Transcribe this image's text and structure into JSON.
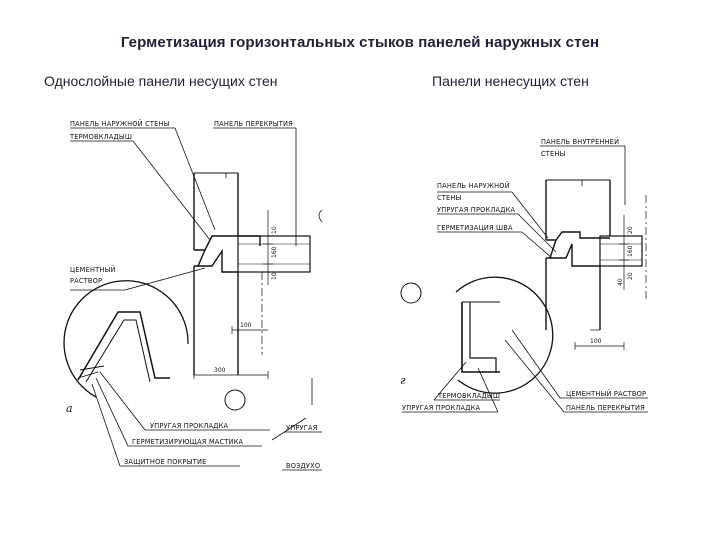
{
  "title": "Герметизация горизонтальных стыков панелей наружных стен",
  "subtitles": {
    "left": "Однослойные панели несущих стен",
    "right": "Панели ненесущих стен"
  },
  "left_figure": {
    "labels": {
      "outer_panel": "ПАНЕЛЬ НАРУЖНОЙ СТЕНЫ",
      "floor_panel": "ПАНЕЛЬ ПЕРЕКРЫТИЯ",
      "thermal_insert": "ТЕРМОВКЛАДЫШ",
      "cement_mortar_1": "ЦЕМЕНТНЫЙ",
      "cement_mortar_2": "РАСТВОР",
      "elastic_gasket": "УПРУГАЯ ПРОКЛАДКА",
      "sealing_mastic": "ГЕРМЕТИЗИРУЮЩАЯ МАСТИКА",
      "protective_coating": "ЗАЩИТНОЕ ПОКРЫТИЕ",
      "cut_1": "УПРУГАЯ",
      "cut_2": "ВОЗДУХО"
    },
    "dims": [
      "10",
      "160",
      "10",
      "100",
      "300"
    ],
    "letter": "а"
  },
  "right_figure": {
    "labels": {
      "inner_panel_1": "ПАНЕЛЬ ВНУТРЕННЕЙ",
      "inner_panel_2": "СТЕНЫ",
      "outer_panel_1": "ПАНЕЛЬ НАРУЖНОЙ",
      "outer_panel_2": "СТЕНЫ",
      "elastic_gasket": "УПРУГАЯ ПРОКЛАДКА",
      "seam_sealing": "ГЕРМЕТИЗАЦИЯ ШВА",
      "thermal_insert": "ТЕРМОВКЛАДЫШ",
      "elastic_gasket_2": "УПРУГАЯ ПРОКЛАДКА",
      "cement_mortar": "ЦЕМЕНТНЫЙ РАСТВОР",
      "floor_panel": "ПАНЕЛЬ ПЕРЕКРЫТИЯ"
    },
    "dims": [
      "20",
      "160",
      "40",
      "20",
      "100"
    ],
    "letter": "г"
  }
}
